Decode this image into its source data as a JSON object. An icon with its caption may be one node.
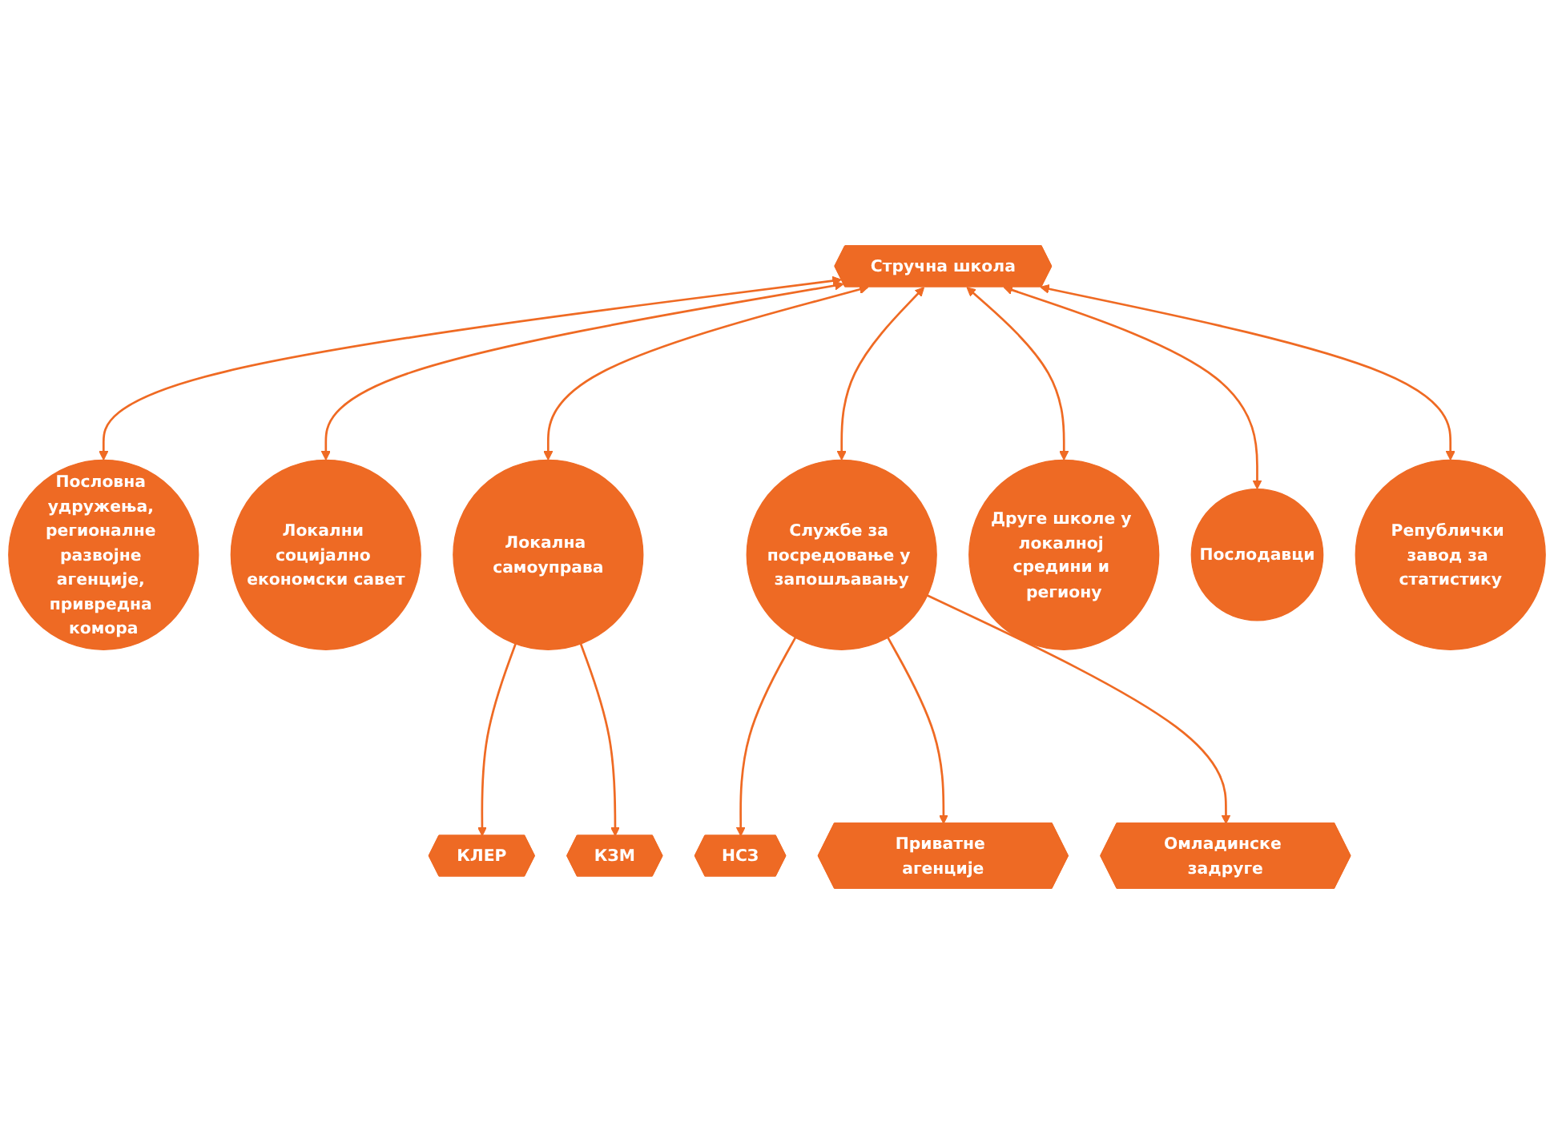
{
  "diagram": {
    "nodes": [
      {
        "text": [
          "КЛЕР"
        ]
      },
      {
        "text": [
          "КЗМ"
        ]
      },
      {
        "text": [
          "Пословна удружења, регионалне развојне агенције, привредна комора"
        ]
      },
      {
        "text": [
          "Локална самоуправа"
        ]
      },
      {
        "text": [
          "Послодавци"
        ]
      },
      {
        "text": [
          "Стручна школа"
        ]
      },
      {
        "text": [
          "Локални социјално економски савет"
        ]
      },
      {
        "text": [
          "Службе за посредовање у запошљавању"
        ]
      },
      {
        "text": [
          "НСЗ"
        ]
      },
      {
        "text": [
          "Друге школе у локалној средини и региону"
        ]
      },
      {
        "text": [
          "Републички завод за статистику"
        ]
      },
      {
        "text": [
          "Приватне агенције"
        ]
      },
      {
        "text": [
          "Омладинске задруге"
        ]
      }
    ],
    "edges": [
      {
        "from": 5,
        "to": 2,
        "arrow": "both"
      },
      {
        "from": 5,
        "to": 4,
        "arrow": "both"
      },
      {
        "from": 5,
        "to": 3,
        "arrow": "both"
      },
      {
        "from": 5,
        "to": 6,
        "arrow": "both"
      },
      {
        "from": 5,
        "to": 7,
        "arrow": "both"
      },
      {
        "from": 5,
        "to": 9,
        "arrow": "both"
      },
      {
        "from": 5,
        "to": 10,
        "arrow": "both"
      },
      {
        "from": 3,
        "to": 0,
        "arrow": "to"
      },
      {
        "from": 3,
        "to": 1,
        "arrow": "to"
      },
      {
        "from": 7,
        "to": 8,
        "arrow": "to"
      },
      {
        "from": 7,
        "to": 11,
        "arrow": "to"
      },
      {
        "from": 7,
        "to": 12,
        "arrow": "to"
      }
    ]
  }
}
